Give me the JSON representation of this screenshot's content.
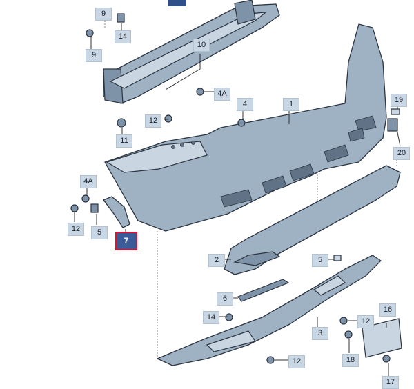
{
  "labels": {
    "l9a": "9",
    "l14a": "14",
    "l9b": "9",
    "l10": "10",
    "l4A_top": "4A",
    "l4": "4",
    "l1": "1",
    "l12a": "12",
    "l11": "11",
    "l19": "19",
    "l20": "20",
    "l4A_left": "4A",
    "l12b": "12",
    "l5a": "5",
    "l7": "7",
    "l2": "2",
    "l5b": "5",
    "l6": "6",
    "l14b": "14",
    "l3": "3",
    "l12c": "12",
    "l12d": "12",
    "l16": "16",
    "l18": "18",
    "l17": "17"
  },
  "selected_part": "7",
  "colors": {
    "part": "#9fb2c4",
    "label_bg": "#c9d6e3",
    "selected_bg": "#3a5a98",
    "selected_border": "#e0102a"
  }
}
